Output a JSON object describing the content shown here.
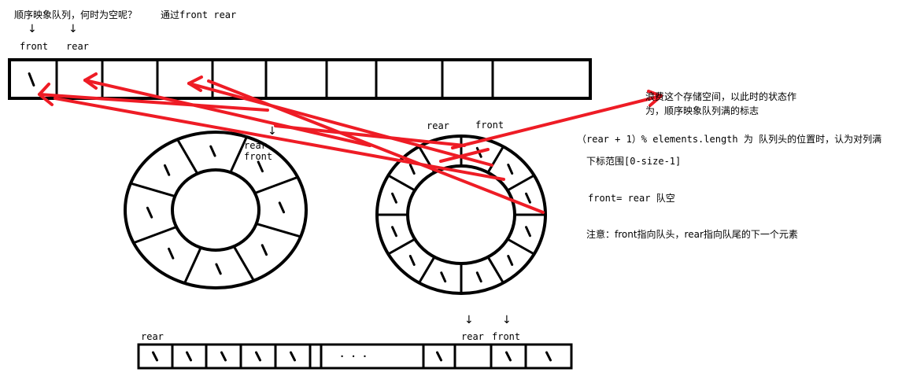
{
  "colors": {
    "ink": "#000000",
    "accent": "#ee1c25",
    "paper": "#ffffff"
  },
  "title": {
    "question": "顺序映象队列，何时为空呢？",
    "answer": "通过front rear"
  },
  "top_array": {
    "front_label": "front",
    "rear_label": "rear",
    "down_arrow": "↓",
    "cell_count": 10,
    "slash_cells": [
      0
    ]
  },
  "left_ring": {
    "rear_label": "rear",
    "front_label": "front",
    "down_arrow": "↓",
    "segment_count": 8,
    "slash_segments": 8
  },
  "right_ring": {
    "rear_label": "rear",
    "front_label": "front",
    "segment_count": 12,
    "filled_segments": 11
  },
  "notes": {
    "waste_line1": "浪费这个存储空间，以此时的状态作",
    "waste_line2": "为，顺序映象队列满的标志",
    "full_condition": "（rear + 1）% elements.length 为 队列头的位置时，认为对列满",
    "index_range": "下标范围[0-size-1]",
    "empty_condition": "front= rear  队空",
    "remark": "注意：front指向队头，rear指向队尾的下一个元素"
  },
  "bottom_array": {
    "rear_label": "rear",
    "rear2_label": "rear",
    "front_label": "front",
    "down_arrow": "↓",
    "ellipsis": "·  ·  ·"
  }
}
